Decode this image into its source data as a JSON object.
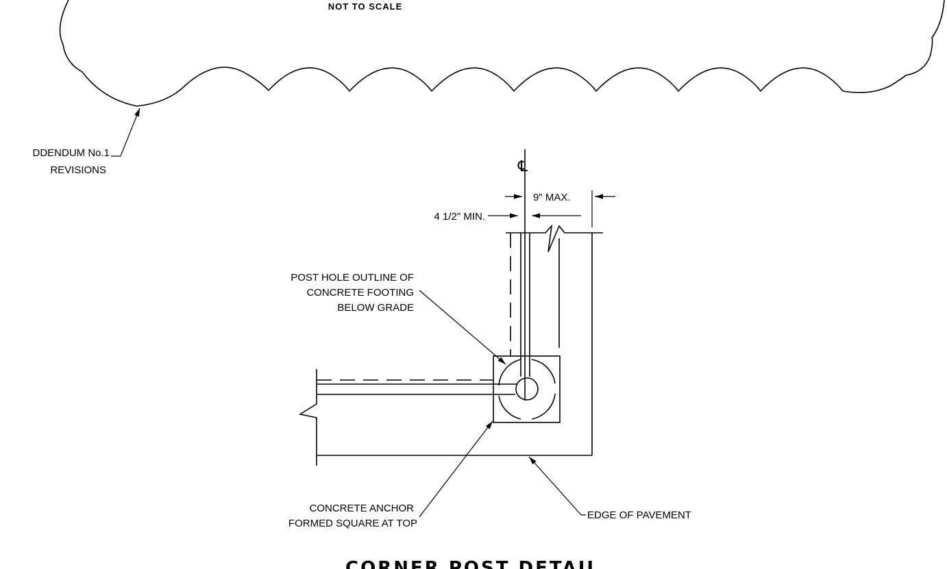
{
  "drawing": {
    "scale_note": "NOT TO SCALE",
    "revision_note_line1": "DDENDUM No.1",
    "revision_note_line2": "REVISIONS",
    "centerline_symbol": "℄",
    "dimension_max": "9\" MAX.",
    "dimension_min": "4 1/2\" MIN.",
    "post_hole_line1": "POST HOLE OUTLINE OF",
    "post_hole_line2": "CONCRETE FOOTING",
    "post_hole_line3": "BELOW GRADE",
    "anchor_line1": "CONCRETE ANCHOR",
    "anchor_line2": "FORMED SQUARE AT TOP",
    "pavement_label": "EDGE OF PAVEMENT",
    "title": "CORNER POST DETAIL"
  }
}
